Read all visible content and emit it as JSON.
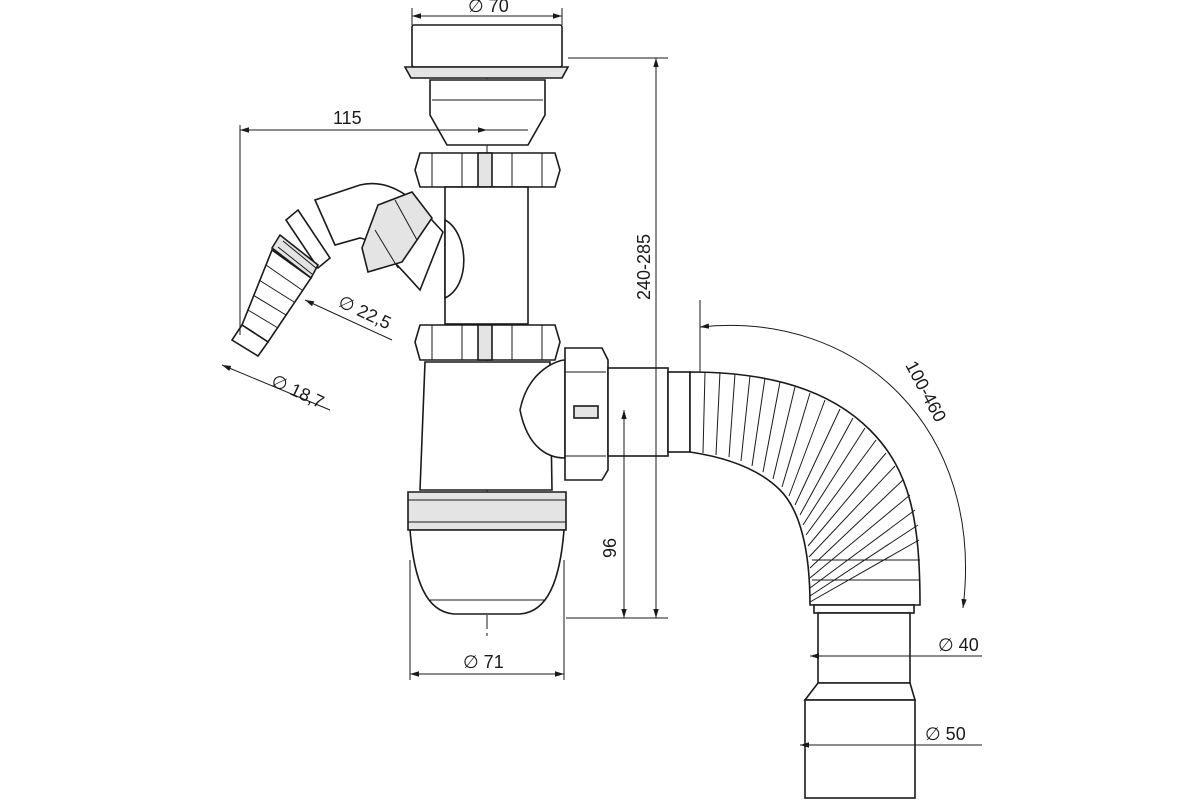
{
  "dimensions": {
    "top_inlet_dia": "∅ 70",
    "side_offset": "115",
    "nozzle_outer_dia": "∅ 22,5",
    "nozzle_tip_dia": "∅ 18,7",
    "total_height": "240-285",
    "bottle_dia": "∅ 71",
    "outlet_height": "96",
    "hose_length": "100-460",
    "hose_outlet_dia_small": "∅ 40",
    "hose_outlet_dia_large": "∅ 50"
  },
  "colors": {
    "line": "#1a1a1a",
    "shade": "#e4e4e4",
    "background": "#ffffff"
  }
}
